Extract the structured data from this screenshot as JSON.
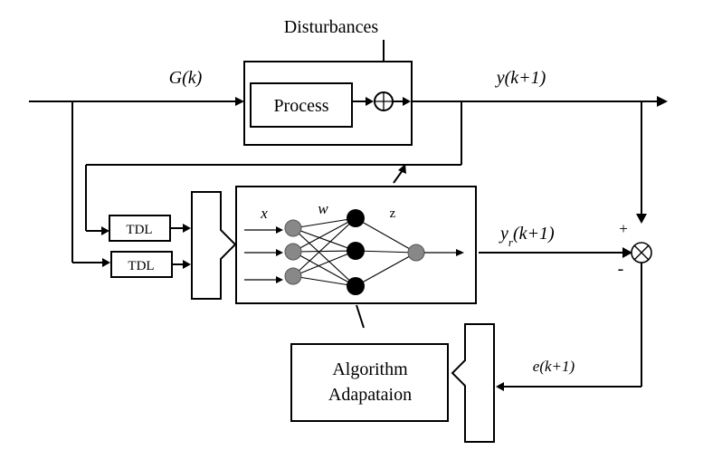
{
  "labels": {
    "disturbances": "Disturbances",
    "input": "G(k)",
    "process": "Process",
    "output": "y(k+1)",
    "tdl_top": "TDL",
    "tdl_bottom": "TDL",
    "nn_x": "x",
    "nn_w": "w",
    "nn_z": "z",
    "nn_output_main": "y",
    "nn_output_sub": "r",
    "nn_output_arg": "(k+1)",
    "plus": "+",
    "minus": "-",
    "error": "e(k+1)",
    "algorithm_line1": "Algorithm",
    "algorithm_line2": "Adapataion"
  },
  "colors": {
    "line": "#000000",
    "input_node": "#888888",
    "hidden_node": "#000000",
    "output_node": "#888888"
  }
}
